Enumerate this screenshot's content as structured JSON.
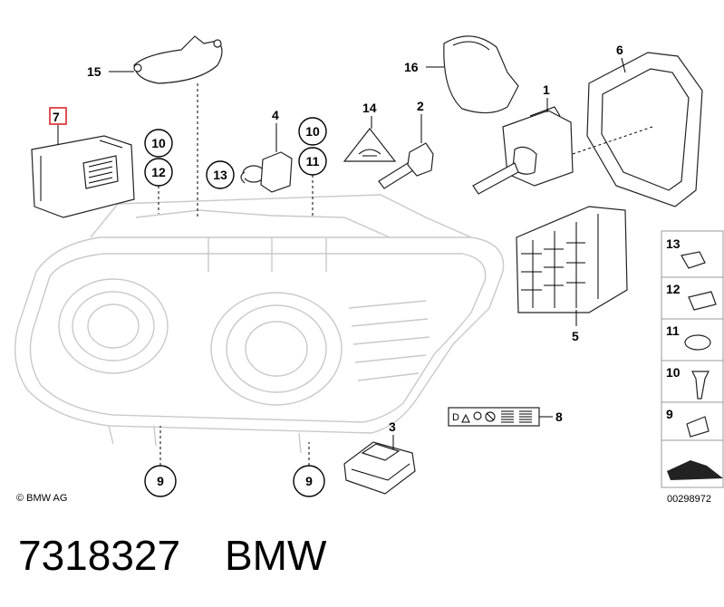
{
  "diagram": {
    "callouts": {
      "c1": "1",
      "c2": "2",
      "c3": "3",
      "c4": "4",
      "c5": "5",
      "c6": "6",
      "c7": "7",
      "c8": "8",
      "c14": "14",
      "c15": "15",
      "c16": "16"
    },
    "circled": {
      "k10a": "10",
      "k11a": "11",
      "k12a": "12",
      "k13a": "13",
      "k10b": "10",
      "k9a": "9",
      "k9b": "9"
    },
    "legend": {
      "items": [
        "13",
        "12",
        "11",
        "10",
        "9"
      ]
    },
    "copyright": "© BMW AG",
    "diagram_number": "00298972"
  },
  "caption": {
    "part_number": "7318327",
    "brand": "BMW"
  },
  "colors": {
    "highlight_box": "#d9262c",
    "ghost_lines": "#c9c9c9"
  }
}
